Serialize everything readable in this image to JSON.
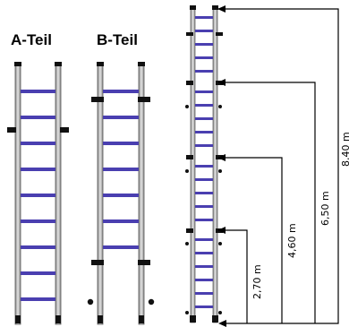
{
  "labels": {
    "part_a": "A-Teil",
    "part_b": "B-Teil"
  },
  "dimensions": [
    {
      "id": "h1",
      "text": "2,70 m"
    },
    {
      "id": "h2",
      "text": "4,60 m"
    },
    {
      "id": "h3",
      "text": "6,50 m"
    },
    {
      "id": "h4",
      "text": "8,40 m"
    }
  ],
  "colors": {
    "rung": "#4a3fb0",
    "rail": "#bdbdbd",
    "rail_edge": "#555555",
    "clamp": "#111111",
    "line": "#000000"
  }
}
